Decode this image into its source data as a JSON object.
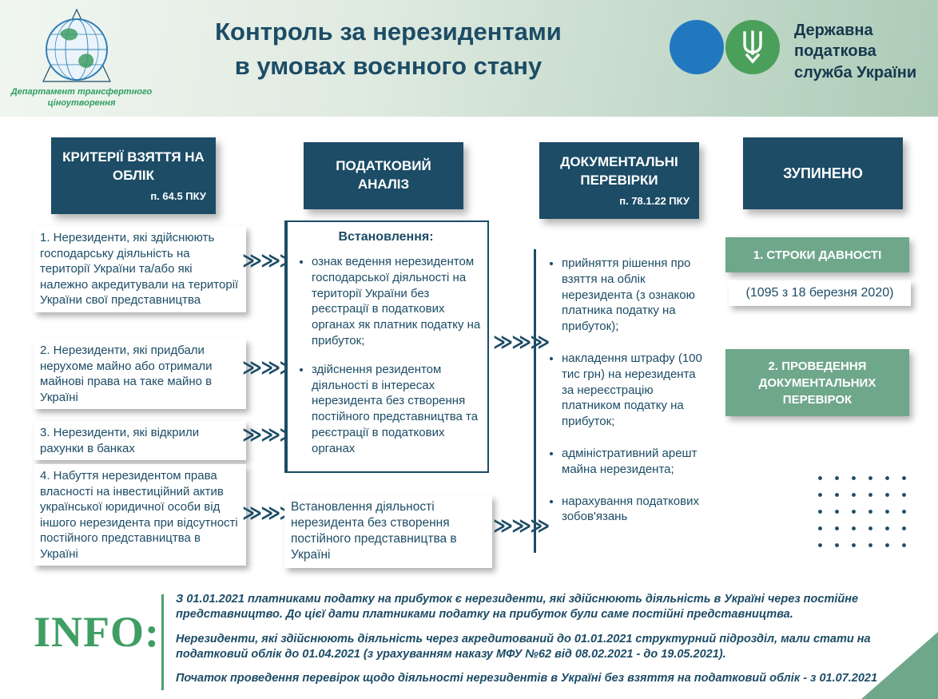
{
  "header": {
    "title_line1": "Контроль за нерезидентами",
    "title_line2": "в умовах воєнного стану",
    "department": "Департамент трансфертного ціноутворення",
    "service_name": "Державна податкова служба України"
  },
  "columns": {
    "criteria": {
      "title": "КРИТЕРІЇ ВЗЯТТЯ НА ОБЛІК",
      "note": "п. 64.5 ПКУ",
      "items": [
        "1. Нерезиденти, які здійснюють господарську діяльність на території України та/або які належно акредитували на території України свої представництва",
        "2. Нерезиденти, які придбали нерухоме майно або отримали майнові права на таке майно в Україні",
        "3. Нерезиденти, які відкрили рахунки в банках",
        "4. Набуття нерезидентом права власності на інвестиційний актив української юридичної особи від іншого нерезидента при відсутності постійного представництва в Україні"
      ]
    },
    "analysis": {
      "title": "ПОДАТКОВИЙ АНАЛІЗ",
      "box_title": "Встановлення:",
      "bullets": [
        "ознак ведення нерезидентом господарської діяльності на території України без реєстрації в податкових органах як платник податку на прибуток;",
        "здійснення резидентом діяльності в інтересах нерезидента без створення постійного представництва та реєстрації в податкових органах"
      ],
      "bottom_text": "Встановлення діяльності нерезидента без створення постійного представництва в Україні"
    },
    "audits": {
      "title": "ДОКУМЕНТАЛЬНІ ПЕРЕВІРКИ",
      "note": "п. 78.1.22 ПКУ",
      "bullets": [
        "прийняття рішення про взяття на облік нерезидента (з ознакою платника податку на прибуток);",
        "накладення штрафу (100 тис грн) на нерезидента за нереєстрацію платником податку на прибуток;",
        "адміністративний арешт майна нерезидента;",
        "нарахування податкових зобов'язань"
      ]
    },
    "suspended": {
      "title": "ЗУПИНЕНО",
      "item1_title": "1. СТРОКИ ДАВНОСТІ",
      "item1_note": "(1095 з 18 березня 2020)",
      "item2_title": "2. ПРОВЕДЕННЯ ДОКУМЕНТАЛЬНИХ ПЕРЕВІРОК"
    }
  },
  "info": {
    "label": "INFO:",
    "paragraphs": [
      "З 01.01.2021 платниками податку на прибуток є нерезиденти, які здійснюють діяльність в Україні через постійне представництво. До цієї дати платниками податку на прибуток були саме постійні представництва.",
      "Нерезиденти, які здійснюють діяльність через акредитований до 01.01.2021 структурний підрозділ, мали стати на податковий облік до 01.04.2021 (з урахуванням наказу МФУ №62 від 08.02.2021 - до 19.05.2021).",
      "Початок проведення перевірок щодо діяльності нерезидентів в Україні без взяття на податковий облік - з 01.07.2021"
    ]
  },
  "icons": {
    "chevron": "≫≫≫"
  },
  "colors": {
    "navy": "#1c4c66",
    "sage_green": "#6fa78b",
    "accent_green": "#3f9e63",
    "logo_blue": "#2178bf",
    "logo_green": "#4aa05b"
  }
}
